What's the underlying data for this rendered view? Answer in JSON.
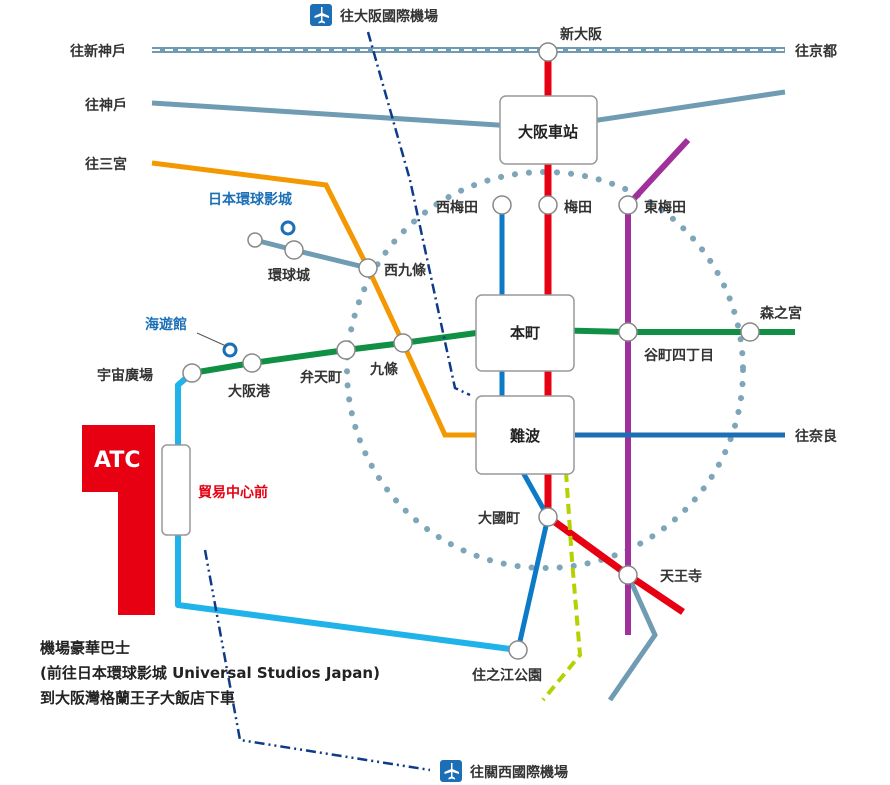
{
  "colors": {
    "red_midosuji": "#e60012",
    "green_chuo": "#109044",
    "blue_yotsubashi": "#0c7ac7",
    "purple_tanimachi": "#a0309a",
    "orange_hanshin": "#f39800",
    "blue_sennichimae": "#1c6fb4",
    "lightblue_newtram": "#1fb3ea",
    "steel_jr": "#6f9bb3",
    "dotted_loop": "#7fa5b8",
    "lime_nankai": "#b5d100",
    "airport_dash": "#0e3a8a",
    "atc_red": "#e60012"
  },
  "directions": {
    "to_shinkobe": "往新神戶",
    "to_kyoto": "往京都",
    "to_kobe": "往神戶",
    "to_sannomiya": "往三宮",
    "to_nara": "往奈良",
    "to_itami": "往大阪國際機場",
    "to_kansai": "往關西國際機場"
  },
  "stations": {
    "shin_osaka": "新大阪",
    "osaka_station": "大阪車站",
    "nishi_umeda": "西梅田",
    "umeda": "梅田",
    "higashi_umeda": "東梅田",
    "usj": "日本環球影城",
    "universal_city": "環球城",
    "nishikujo": "西九條",
    "kujo": "九條",
    "bentencho": "弁天町",
    "osakako": "大阪港",
    "kaiyukan": "海遊館",
    "cosmosquare": "宇宙廣場",
    "tradecenter": "貿易中心前",
    "honmachi": "本町",
    "tanimachi4": "谷町四丁目",
    "morinomiya": "森之宮",
    "namba": "難波",
    "daikokucho": "大國町",
    "tennoji": "天王寺",
    "suminoekoen": "住之江公園"
  },
  "atc": {
    "label": "ATC"
  },
  "bus_note": [
    "機場豪華巴士",
    "(前往日本環球影城 Universal Studios Japan)",
    "到大阪灣格蘭王子大飯店下車"
  ],
  "icons": {
    "airport_top": "airplane-icon",
    "airport_bottom": "airplane-icon"
  }
}
